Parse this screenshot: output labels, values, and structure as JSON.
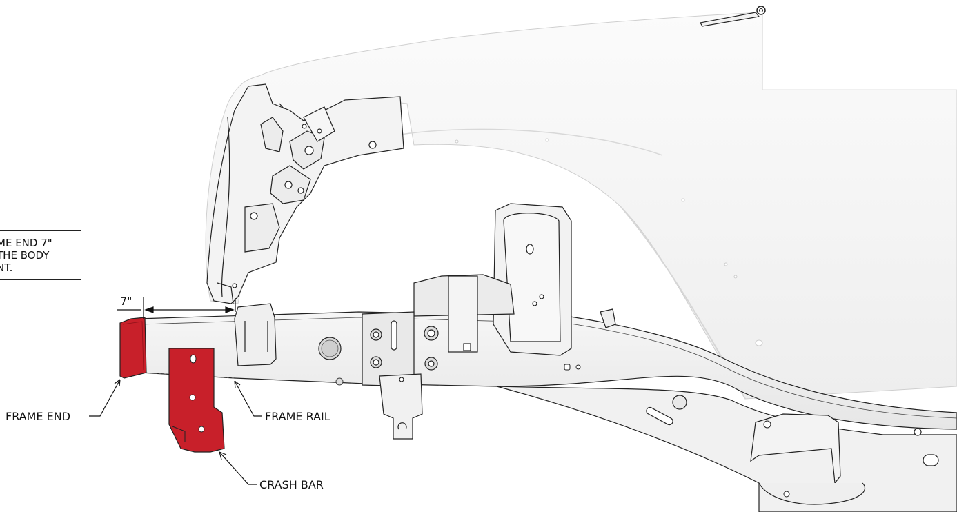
{
  "note": {
    "line1": "ME END 7\"",
    "line2": " THE BODY",
    "line3": "NT."
  },
  "dimension": {
    "label": "7\""
  },
  "callouts": {
    "frame_end": "FRAME END",
    "frame_rail": "FRAME RAIL",
    "crash_bar": "CRASH BAR"
  },
  "colors": {
    "highlight_red": "#c8202a",
    "body_fill": "#f4f4f4",
    "line": "#1a1a1a"
  }
}
